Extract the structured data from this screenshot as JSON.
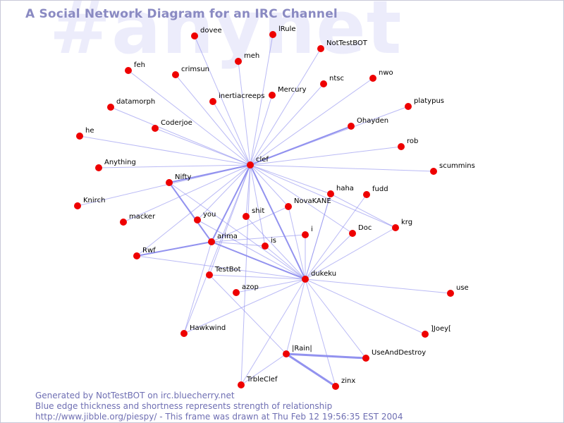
{
  "watermark": "#anynet",
  "title": "A Social Network Diagram for an IRC Channel",
  "footer": {
    "line1": "Generated by NotTestBOT on irc.bluecherry.net",
    "line2": "Blue edge thickness and shortness represents strength of relationship",
    "line3": "http://www.jibble.org/piespy/ - This frame was drawn at Thu Feb 12 19:56:35 EST 2004"
  },
  "colors": {
    "node": "#ee0000",
    "edge": "#8c8cee",
    "label": "#000000",
    "title": "#8a8ac2",
    "watermark": "#ececfb"
  },
  "nodes": [
    "dovee",
    "lRule",
    "NotTestBOT",
    "meh",
    "feh",
    "crimsun",
    "nwo",
    "ntsc",
    "Mercury",
    "inertiacreeps",
    "platypus",
    "datamorph",
    "Ohayden",
    "Coderjoe",
    "he",
    "rob",
    "Anything",
    "clef",
    "scummins",
    "Nifty",
    "haha",
    "fudd",
    "Knirch",
    "NovaKANE",
    "macker",
    "you",
    "shit",
    "krg",
    "Doc",
    "i",
    "arima",
    "is",
    "Rwf",
    "TestBot",
    "dukeku",
    "azop",
    "use",
    "]Joey[",
    "Hawkwind",
    "|Rain|",
    "UseAndDestroy",
    "TrbleClef",
    "zinx"
  ],
  "edges": [
    [
      "clef",
      "dovee",
      1
    ],
    [
      "clef",
      "lRule",
      1
    ],
    [
      "clef",
      "NotTestBOT",
      1
    ],
    [
      "clef",
      "meh",
      1
    ],
    [
      "clef",
      "feh",
      1
    ],
    [
      "clef",
      "crimsun",
      1
    ],
    [
      "clef",
      "nwo",
      1
    ],
    [
      "clef",
      "ntsc",
      1
    ],
    [
      "clef",
      "Mercury",
      1
    ],
    [
      "clef",
      "inertiacreeps",
      1
    ],
    [
      "clef",
      "platypus",
      1
    ],
    [
      "clef",
      "datamorph",
      1
    ],
    [
      "clef",
      "Ohayden",
      2
    ],
    [
      "clef",
      "Coderjoe",
      1
    ],
    [
      "clef",
      "he",
      1
    ],
    [
      "clef",
      "rob",
      1
    ],
    [
      "clef",
      "Anything",
      1
    ],
    [
      "clef",
      "scummins",
      1
    ],
    [
      "clef",
      "Nifty",
      2
    ],
    [
      "clef",
      "haha",
      1
    ],
    [
      "clef",
      "Knirch",
      1
    ],
    [
      "clef",
      "NovaKANE",
      1
    ],
    [
      "clef",
      "macker",
      1
    ],
    [
      "clef",
      "you",
      1
    ],
    [
      "clef",
      "shit",
      1
    ],
    [
      "clef",
      "krg",
      1
    ],
    [
      "clef",
      "Doc",
      1
    ],
    [
      "clef",
      "arima",
      2
    ],
    [
      "clef",
      "is",
      1
    ],
    [
      "clef",
      "Rwf",
      1
    ],
    [
      "clef",
      "TestBot",
      1
    ],
    [
      "clef",
      "dukeku",
      2
    ],
    [
      "clef",
      "Hawkwind",
      1
    ],
    [
      "clef",
      "TrbleClef",
      1
    ],
    [
      "Nifty",
      "arima",
      2
    ],
    [
      "Nifty",
      "dukeku",
      1
    ],
    [
      "arima",
      "dukeku",
      2
    ],
    [
      "arima",
      "Rwf",
      2
    ],
    [
      "arima",
      "NovaKANE",
      1
    ],
    [
      "arima",
      "i",
      1
    ],
    [
      "arima",
      "is",
      1
    ],
    [
      "arima",
      "Hawkwind",
      1
    ],
    [
      "dukeku",
      "Rwf",
      1
    ],
    [
      "dukeku",
      "you",
      1
    ],
    [
      "dukeku",
      "shit",
      1
    ],
    [
      "dukeku",
      "haha",
      1
    ],
    [
      "dukeku",
      "fudd",
      1
    ],
    [
      "dukeku",
      "krg",
      1
    ],
    [
      "dukeku",
      "Doc",
      1
    ],
    [
      "dukeku",
      "i",
      1
    ],
    [
      "dukeku",
      "is",
      1
    ],
    [
      "dukeku",
      "TestBot",
      1
    ],
    [
      "dukeku",
      "azop",
      1
    ],
    [
      "dukeku",
      "use",
      1
    ],
    [
      "dukeku",
      "]Joey[",
      1
    ],
    [
      "dukeku",
      "Hawkwind",
      1
    ],
    [
      "dukeku",
      "|Rain|",
      1
    ],
    [
      "dukeku",
      "UseAndDestroy",
      1
    ],
    [
      "dukeku",
      "TrbleClef",
      1
    ],
    [
      "dukeku",
      "zinx",
      1
    ],
    [
      "dukeku",
      "NovaKANE",
      1
    ],
    [
      "dukeku",
      "haha",
      1
    ],
    [
      "TestBot",
      "|Rain|",
      1
    ],
    [
      "|Rain|",
      "UseAndDestroy",
      3
    ],
    [
      "|Rain|",
      "zinx",
      3
    ],
    [
      "|Rain|",
      "TrbleClef",
      1
    ],
    [
      "haha",
      "krg",
      1
    ]
  ]
}
